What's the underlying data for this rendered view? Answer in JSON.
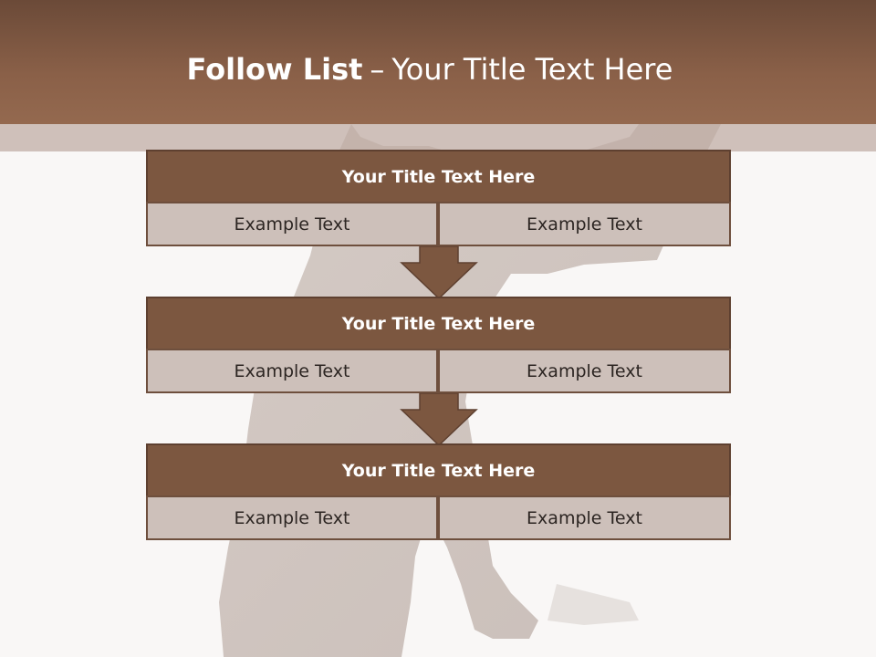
{
  "slide": {
    "title_bold": "Follow List",
    "title_sep": "–",
    "title_rest": "Your Title Text Here"
  },
  "blocks": [
    {
      "title": "Your Title Text Here",
      "left_text": "Example Text",
      "right_text": "Example Text"
    },
    {
      "title": "Your Title Text Here",
      "left_text": "Example Text",
      "right_text": "Example Text"
    },
    {
      "title": "Your Title Text Here",
      "left_text": "Example Text",
      "right_text": "Example Text"
    }
  ],
  "colors": {
    "header": "#8a6048",
    "block_title": "#7c5740",
    "cell": "#cdc0ba",
    "arrow": "#7c5740"
  }
}
